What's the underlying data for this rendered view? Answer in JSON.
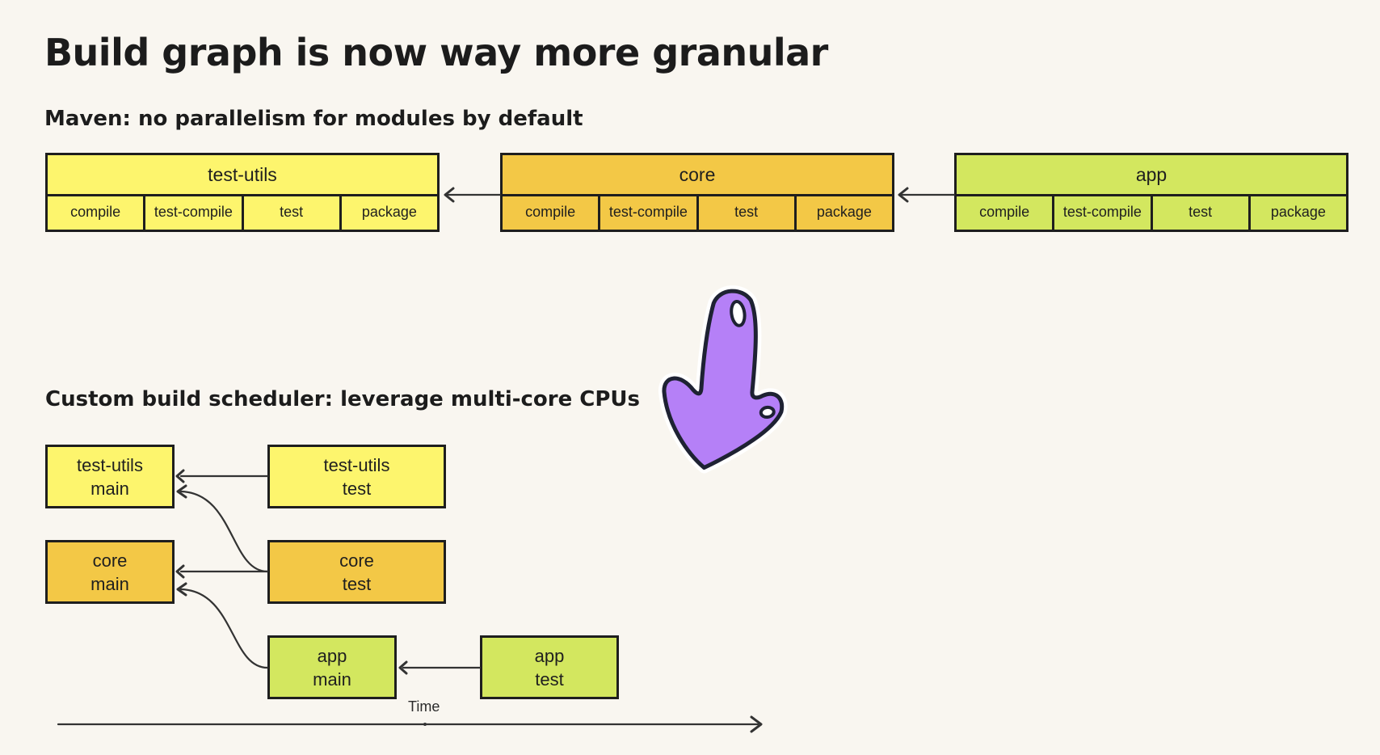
{
  "title": "Build graph is now way more granular",
  "maven": {
    "subtitle": "Maven: no parallelism for modules by default",
    "modules": [
      {
        "name": "test-utils",
        "phases": [
          "compile",
          "test-compile",
          "test",
          "package"
        ]
      },
      {
        "name": "core",
        "phases": [
          "compile",
          "test-compile",
          "test",
          "package"
        ]
      },
      {
        "name": "app",
        "phases": [
          "compile",
          "test-compile",
          "test",
          "package"
        ]
      }
    ]
  },
  "custom": {
    "subtitle": "Custom build scheduler: leverage multi-core CPUs",
    "nodes": {
      "test_utils_main": [
        "test-utils",
        "main"
      ],
      "test_utils_test": [
        "test-utils",
        "test"
      ],
      "core_main": [
        "core",
        "main"
      ],
      "core_test": [
        "core",
        "test"
      ],
      "app_main": [
        "app",
        "main"
      ],
      "app_test": [
        "app",
        "test"
      ]
    },
    "time_label": "Time"
  },
  "colors": {
    "test_utils": "#fdf56d",
    "core": "#f3c846",
    "app": "#d3e75f",
    "pointer": "#b580f7",
    "background": "#f9f6f0"
  },
  "icons": [
    "pointing-hand-sticker-icon"
  ]
}
